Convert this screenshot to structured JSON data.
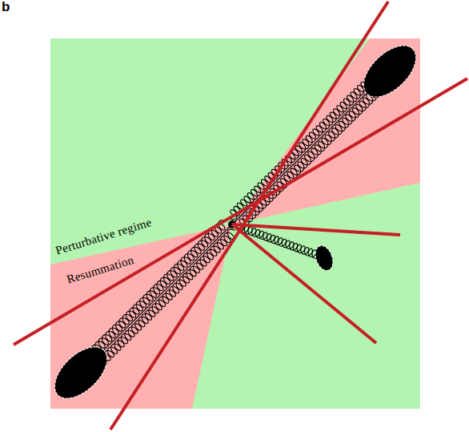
{
  "diagram": {
    "labels": [
      "b",
      "Perturbative regime",
      "Resummation"
    ]
  }
}
